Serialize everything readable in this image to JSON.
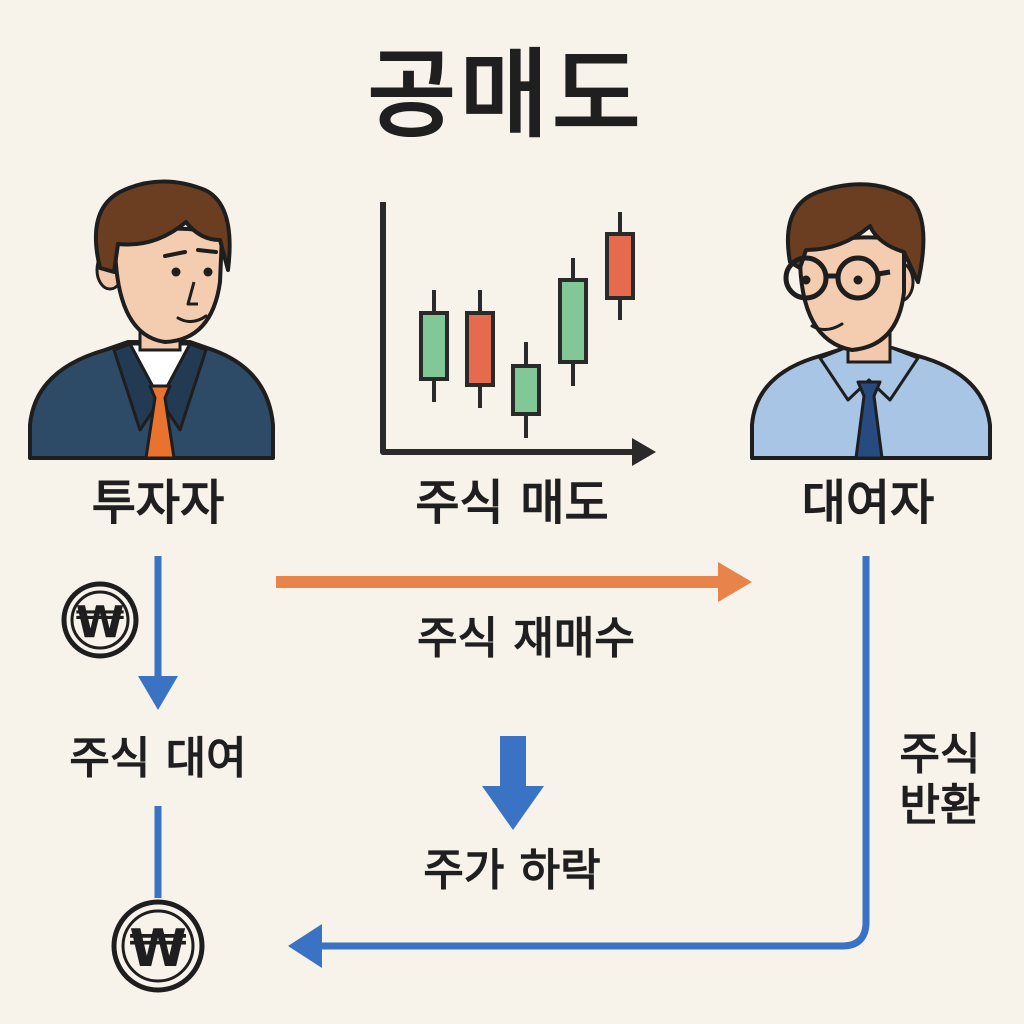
{
  "title": "공매도",
  "labels": {
    "investor": "투자자",
    "stock_sell": "주식 매도",
    "lender": "대여자",
    "stock_rebuy": "주식 재매수",
    "stock_borrow": "주식 대여",
    "price_fall": "주가 하락",
    "stock_return": "주식 반환"
  },
  "icons": {
    "coin_symbol": "₩",
    "investor": "businessman-icon",
    "lender": "man-with-glasses-icon",
    "chart": "candlestick-chart-icon"
  },
  "colors": {
    "background": "#f7f2ea",
    "blue_arrow": "#3a72c4",
    "orange_arrow": "#e8834a",
    "candle_green": "#82c897",
    "candle_red": "#e56a4e"
  }
}
